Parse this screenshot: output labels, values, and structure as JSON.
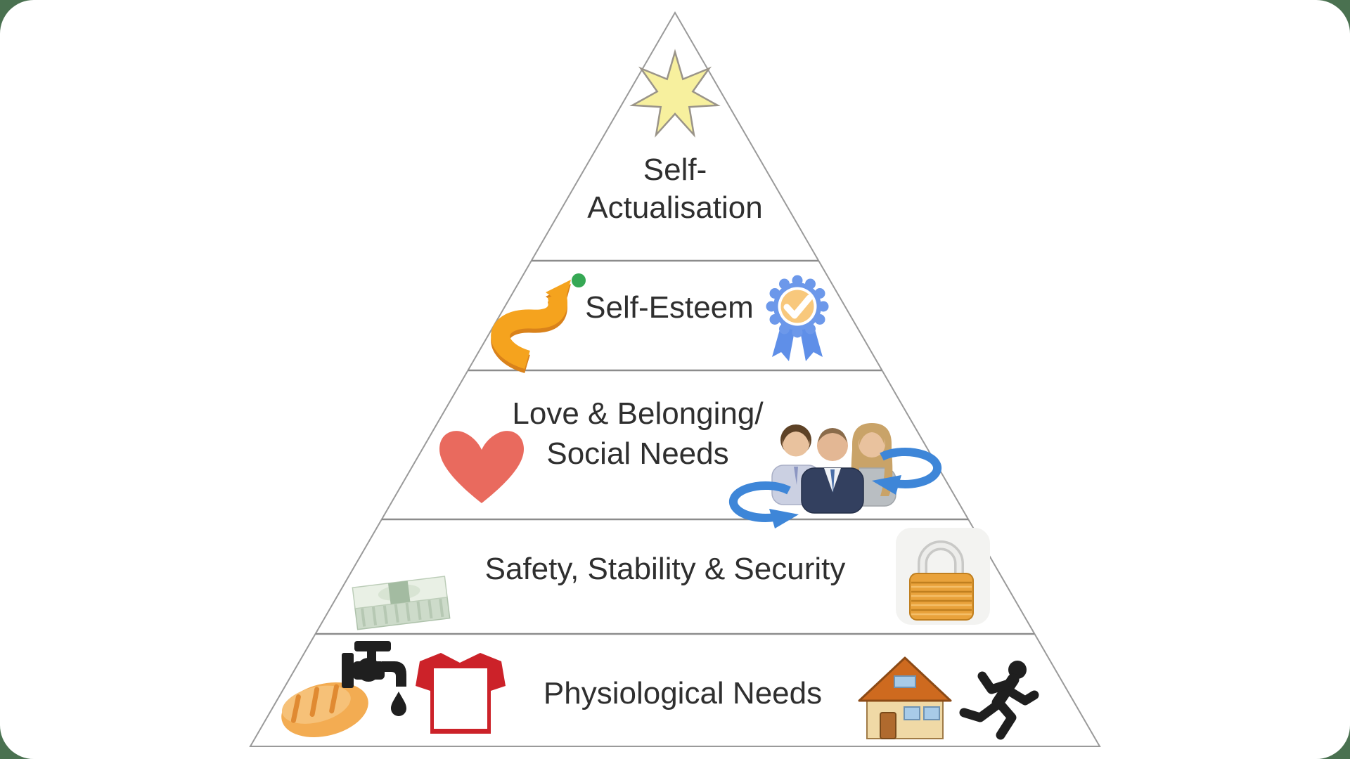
{
  "title": "Maslow's Hierarchy of Needs pyramid",
  "colors": {
    "background": "#4A7150",
    "card": "#FFFFFF",
    "outline": "#9A9A9A",
    "divider": "#8C8C8C",
    "text": "#2F2F2F",
    "star_fill": "#F7F09E",
    "star_stroke": "#9A9489",
    "road_orange": "#F5A31E",
    "road_shadow": "#D9821B",
    "dot_green": "#35A854",
    "medal_blue": "#6C98EA",
    "medal_ribbon": "#5F8FE8",
    "medal_orange": "#F8C87C",
    "heart_red": "#E96A5E",
    "skin": "#E9C29E",
    "hair_brown": "#5E4226",
    "hair_blonde": "#C9A368",
    "suit_navy": "#33405F",
    "shirt_light": "#CBD0E2",
    "top_gray": "#B9BEC2",
    "arrow_blue": "#3E86D8",
    "money_light": "#E9F0E5",
    "money_mid": "#CDDBCA",
    "money_band": "#A3BBA1",
    "lock_bg": "#F3F3F1",
    "lock_gold": "#E9A23B",
    "lock_dark": "#C07F1F",
    "lock_metal": "#C9C9C7",
    "bread_main": "#F3AC52",
    "bread_light": "#F6C178",
    "bread_score": "#E08A32",
    "ink_black": "#1F1F1F",
    "tshirt_red": "#CC2229",
    "house_roof": "#CE6A1F",
    "house_wall": "#F0D9A6",
    "house_door": "#B06A2E",
    "window_blue": "#A8CBE8"
  },
  "pyramid": {
    "levels": [
      {
        "name": "self-actualisation",
        "label_line1": "Self-",
        "label_line2": "Actualisation",
        "icons": [
          "seven-point-star"
        ]
      },
      {
        "name": "self-esteem",
        "label_line1": "Self-Esteem",
        "icons": [
          "winding-road",
          "green-dot",
          "medal-ribbon"
        ]
      },
      {
        "name": "love-belonging-social",
        "label_line1": "Love & Belonging/",
        "label_line2": "Social Needs",
        "icons": [
          "heart",
          "people-group",
          "circular-arrows"
        ]
      },
      {
        "name": "safety-stability-security",
        "label_line1": "Safety, Stability & Security",
        "icons": [
          "money-stack",
          "padlock"
        ]
      },
      {
        "name": "physiological",
        "label_line1": "Physiological Needs",
        "icons": [
          "bread",
          "water-tap",
          "t-shirt",
          "house",
          "running-person"
        ]
      }
    ]
  }
}
